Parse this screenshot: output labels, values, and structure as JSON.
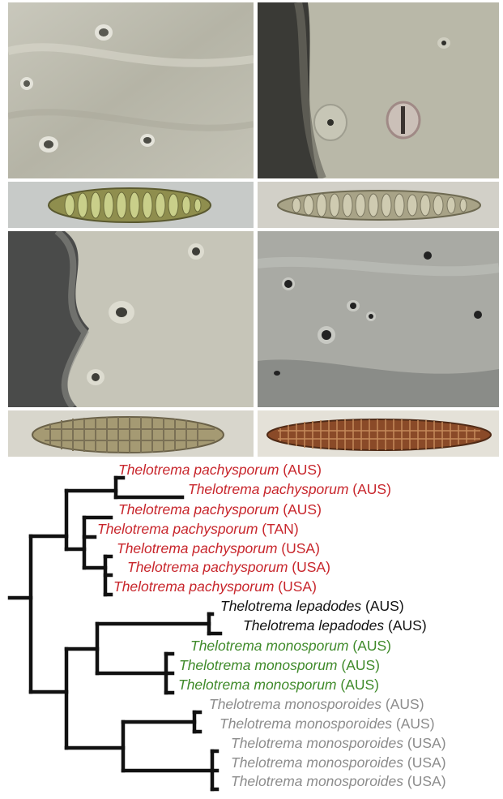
{
  "colors": {
    "pachysporum": "#c8262c",
    "lepadodes": "#111111",
    "monosporum": "#3f8a2a",
    "monosporoides": "#8c8c8c",
    "branch": "#111111"
  },
  "photos": {
    "macro_top_left": "lichen-thallus-photo",
    "macro_top_right": "lichen-thallus-photo",
    "spore_top_left": "ascospore-photo",
    "spore_top_right": "ascospore-photo",
    "macro_mid_left": "lichen-thallus-photo",
    "macro_mid_right": "lichen-thallus-photo",
    "spore_mid_left": "ascospore-photo",
    "spore_mid_right": "ascospore-photo"
  },
  "tree": {
    "taxa": [
      {
        "genus": "Thelotrema",
        "species": "pachysporum",
        "region": "(AUS)",
        "group": "pachysporum"
      },
      {
        "genus": "Thelotrema",
        "species": "pachysporum",
        "region": "(AUS)",
        "group": "pachysporum"
      },
      {
        "genus": "Thelotrema",
        "species": "pachysporum",
        "region": "(AUS)",
        "group": "pachysporum"
      },
      {
        "genus": "Thelotrema",
        "species": "pachysporum",
        "region": "(TAN)",
        "group": "pachysporum"
      },
      {
        "genus": "Thelotrema",
        "species": "pachysporum",
        "region": "(USA)",
        "group": "pachysporum"
      },
      {
        "genus": "Thelotrema",
        "species": "pachysporum",
        "region": "(USA)",
        "group": "pachysporum"
      },
      {
        "genus": "Thelotrema",
        "species": "pachysporum",
        "region": "(USA)",
        "group": "pachysporum"
      },
      {
        "genus": "Thelotrema",
        "species": "lepadodes",
        "region": "(AUS)",
        "group": "lepadodes"
      },
      {
        "genus": "Thelotrema",
        "species": "lepadodes",
        "region": "(AUS)",
        "group": "lepadodes"
      },
      {
        "genus": "Thelotrema",
        "species": "monosporum",
        "region": "(AUS)",
        "group": "monosporum"
      },
      {
        "genus": "Thelotrema",
        "species": "monosporum",
        "region": "(AUS)",
        "group": "monosporum"
      },
      {
        "genus": "Thelotrema",
        "species": "monosporum",
        "region": "(AUS)",
        "group": "monosporum"
      },
      {
        "genus": "Thelotrema",
        "species": "monosporoides",
        "region": "(AUS)",
        "group": "monosporoides"
      },
      {
        "genus": "Thelotrema",
        "species": "monosporoides",
        "region": "(AUS)",
        "group": "monosporoides"
      },
      {
        "genus": "Thelotrema",
        "species": "monosporoides",
        "region": "(USA)",
        "group": "monosporoides"
      },
      {
        "genus": "Thelotrema",
        "species": "monosporoides",
        "region": "(USA)",
        "group": "monosporoides"
      },
      {
        "genus": "Thelotrema",
        "species": "monosporoides",
        "region": "(USA)",
        "group": "monosporoides"
      }
    ]
  }
}
